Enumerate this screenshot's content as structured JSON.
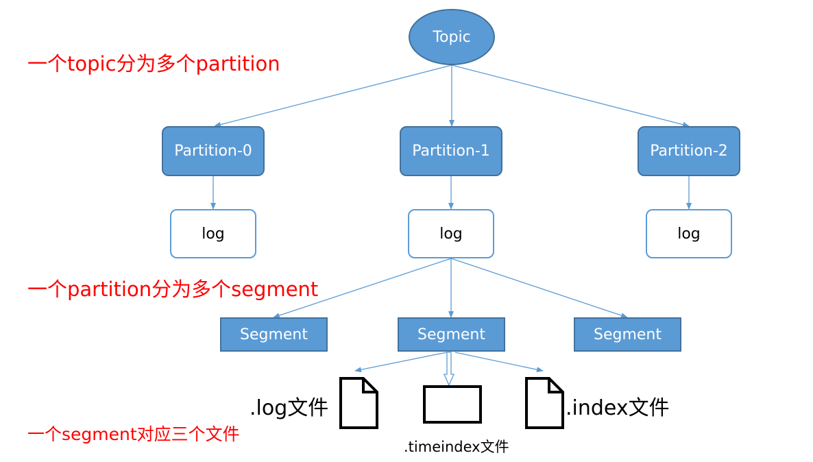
{
  "topic": {
    "label": "Topic"
  },
  "partitions": [
    {
      "label": "Partition-0",
      "log_label": "log"
    },
    {
      "label": "Partition-1",
      "log_label": "log"
    },
    {
      "label": "Partition-2",
      "log_label": "log"
    }
  ],
  "segments": [
    {
      "label": "Segment"
    },
    {
      "label": "Segment"
    },
    {
      "label": "Segment"
    }
  ],
  "files": {
    "log_file": ".log文件",
    "timeindex_file": ".timeindex文件",
    "index_file": ".index文件"
  },
  "annotations": {
    "topic_note": "一个topic分为多个partition",
    "partition_note": "一个partition分为多个segment",
    "segment_note": "一个segment对应三个文件"
  },
  "colors": {
    "node_fill": "#5b9bd5",
    "node_border": "#41719c",
    "connector": "#5b9bd5",
    "annotation": "#ff0000"
  }
}
